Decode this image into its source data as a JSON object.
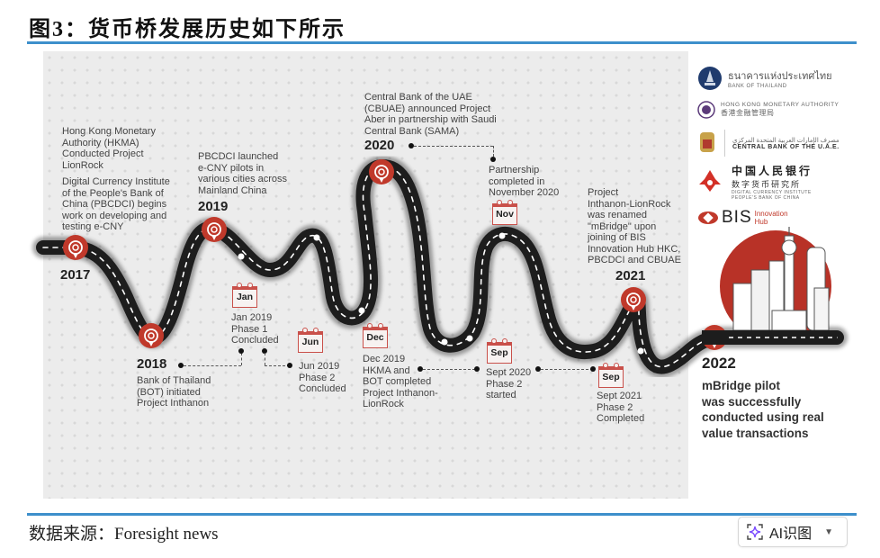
{
  "header": {
    "figure_label": "图",
    "figure_number": "3",
    "title": "：货币桥发展历史如下所示"
  },
  "timeline": {
    "milestones": [
      {
        "year": "2017",
        "lines": [
          "Hong Kong Monetary",
          "Authority (HKMA)",
          "Conducted Project",
          "LionRock"
        ],
        "lines2": [
          "Digital Currency Institute",
          "of the People's Bank of",
          "China (PBCDCI) begins",
          "work on developing and",
          "testing e-CNY"
        ]
      },
      {
        "year": "2018",
        "lines": [
          "Bank of Thailand",
          "(BOT) initiated",
          "Project Inthanon"
        ]
      },
      {
        "year": "2019",
        "lines": [
          "PBCDCI launched",
          "e-CNY pilots in",
          "various cities across",
          "Mainland China"
        ]
      },
      {
        "year": "2020",
        "lines": [
          "Central Bank of the UAE",
          "(CBUAE) announced Project",
          "Aber in partnership with Saudi",
          "Central Bank (SAMA)"
        ]
      },
      {
        "year": "2021",
        "lines": [
          "Project",
          "Inthanon-LionRock",
          "was renamed",
          "\"mBridge\" upon",
          "joining of BIS",
          "Innovation Hub HKC,",
          "PBCDCI and CBUAE"
        ]
      },
      {
        "year": "2022",
        "lines": [
          "mBridge pilot",
          "was successfully",
          "conducted using real",
          "value transactions"
        ]
      }
    ],
    "events": [
      {
        "month": "Jan",
        "lines": [
          "Jan 2019",
          "Phase 1",
          "Concluded"
        ]
      },
      {
        "month": "Jun",
        "lines": [
          "Jun 2019",
          "Phase 2",
          "Concluded"
        ]
      },
      {
        "month": "Dec",
        "lines": [
          "Dec 2019",
          "HKMA and",
          "BOT completed",
          "Project Inthanon-",
          "LionRock"
        ]
      },
      {
        "month": "Nov",
        "lines": [
          "Partnership",
          "completed in",
          "November 2020"
        ]
      },
      {
        "month": "Sep",
        "lines": [
          "Sept 2020",
          "Phase 2",
          "started"
        ]
      },
      {
        "month": "Sep",
        "lines": [
          "Sept 2021",
          "Phase 2",
          "Completed"
        ]
      }
    ],
    "colors": {
      "road": "#222222",
      "pin": "#c0392b",
      "calendar": "#c9504a",
      "panel": "#ececec"
    }
  },
  "logos": [
    {
      "name": "Bank of Thailand",
      "native": "ธนาคารแห่งประเทศไทย",
      "english": "BANK OF THAILAND"
    },
    {
      "name": "Hong Kong Monetary Authority",
      "english": "HONG KONG MONETARY AUTHORITY",
      "native": "香港金融管理局"
    },
    {
      "name": "Central Bank of the UAE",
      "native": "مصرف الإمارات العربية المتحدة المركزي",
      "english": "CENTRAL BANK OF THE U.A.E."
    },
    {
      "name": "PBOC Digital Currency Institute",
      "native": "中国人民银行",
      "native2": "数字货币研究所",
      "english": "DIGITAL CURRENCY INSTITUTE",
      "english2": "PEOPLE'S BANK OF CHINA"
    },
    {
      "name": "BIS Innovation Hub",
      "mark": "BIS",
      "sub1": "Innovation",
      "sub2": "Hub"
    }
  ],
  "footer": {
    "source": "数据来源：Foresight news",
    "ai_button_label": "AI识图",
    "ai_accent": "#7b4dff"
  }
}
